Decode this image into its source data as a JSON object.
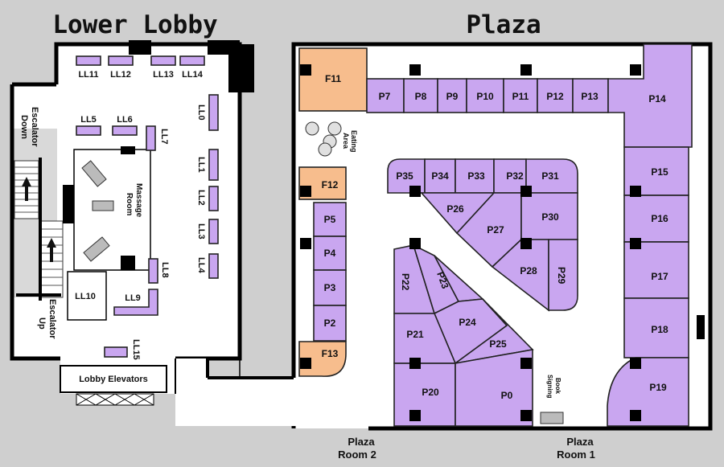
{
  "titles": {
    "lower_lobby": "Lower Lobby",
    "plaza": "Plaza"
  },
  "lobby": {
    "booths": [
      "LL11",
      "LL12",
      "LL13",
      "LL14",
      "LL5",
      "LL6",
      "LL7",
      "LL0",
      "LL1",
      "LL2",
      "LL3",
      "LL4",
      "LL8",
      "LL9",
      "LL10",
      "LL15"
    ],
    "rooms": {
      "massage_1": "Massage",
      "massage_2": "Room",
      "elevators": "Lobby Elevators"
    },
    "escalators": {
      "down_1": "Escalator",
      "down_2": "Down",
      "up_1": "Escalator",
      "up_2": "Up"
    }
  },
  "plaza": {
    "food": [
      "F11",
      "F12",
      "F13"
    ],
    "booths": [
      "P7",
      "P8",
      "P9",
      "P10",
      "P11",
      "P12",
      "P13",
      "P14",
      "P15",
      "P16",
      "P17",
      "P18",
      "P19",
      "P5",
      "P4",
      "P3",
      "P2",
      "P35",
      "P34",
      "P33",
      "P32",
      "P31",
      "P26",
      "P27",
      "P30",
      "P28",
      "P29",
      "P22",
      "P23",
      "P24",
      "P25",
      "P21",
      "P20",
      "P0"
    ],
    "eating_1": "Eating",
    "eating_2": "Area",
    "book_1": "Book",
    "book_2": "Signing",
    "room2_1": "Plaza",
    "room2_2": "Room 2",
    "room1_1": "Plaza",
    "room1_2": "Room 1"
  },
  "colors": {
    "booth": "#c9a6f0",
    "food": "#f7bd8d",
    "background": "#cfcfcf",
    "floor": "#ffffff"
  }
}
